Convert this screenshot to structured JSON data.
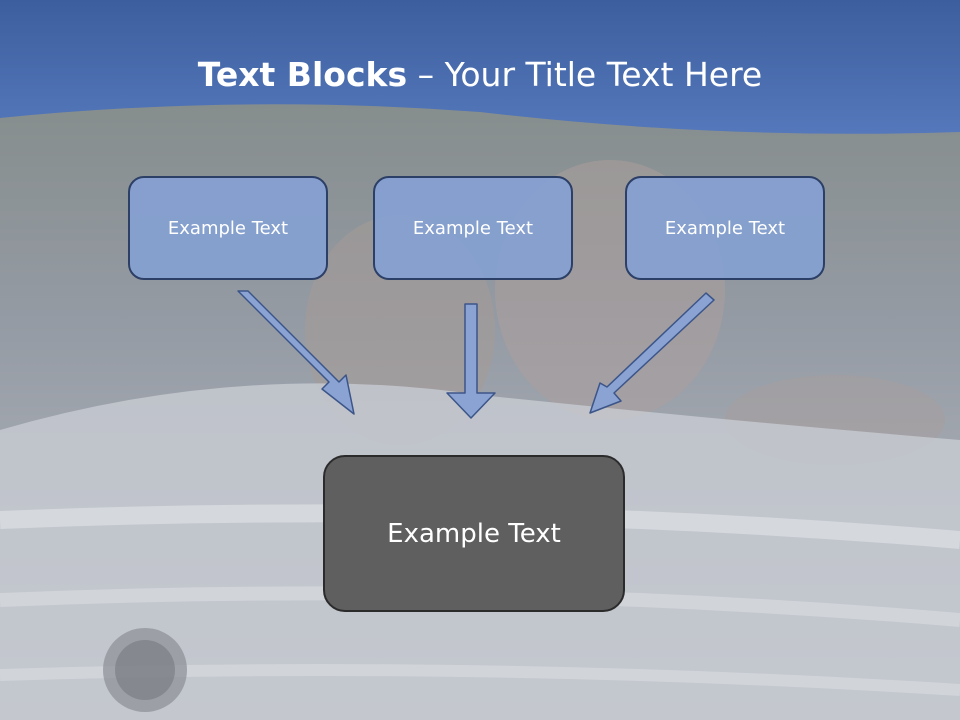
{
  "title": {
    "bold": "Text Blocks",
    "dash": " – ",
    "rest": "Your Title Text Here"
  },
  "blocks": [
    {
      "label": "Example Text"
    },
    {
      "label": "Example Text"
    },
    {
      "label": "Example Text"
    }
  ],
  "target": {
    "label": "Example Text"
  },
  "colors": {
    "header_blue": "#4a6fb0",
    "box_fill": "#8aa3d2",
    "box_border": "#2c3f66",
    "target_fill": "#5f5f5f",
    "arrow_fill": "#8aa3d2"
  }
}
